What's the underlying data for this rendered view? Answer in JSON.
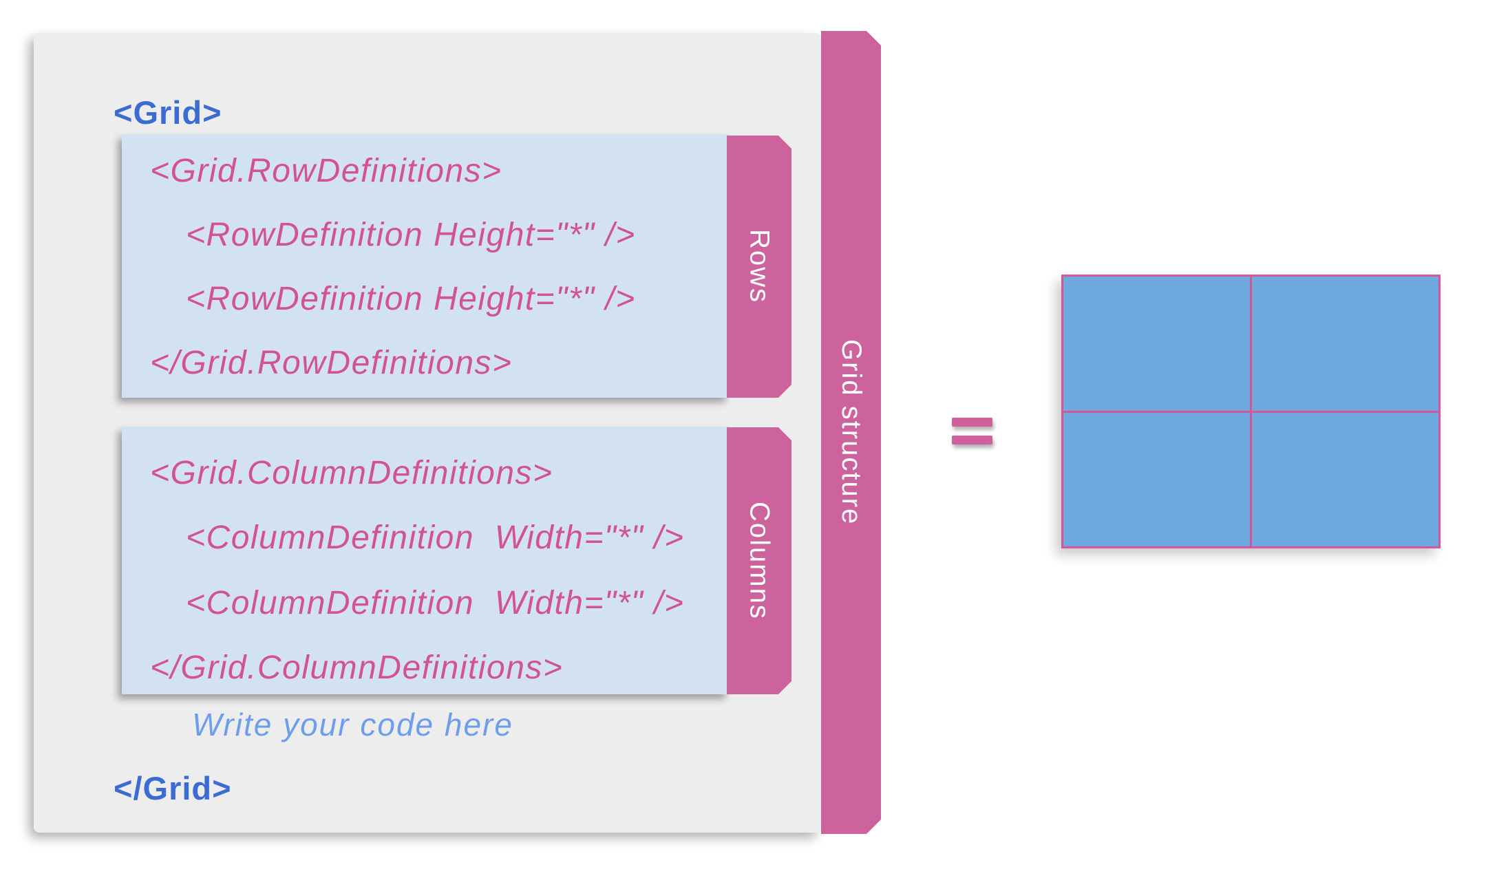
{
  "panel": {
    "grid_open_tag": "<Grid>",
    "grid_close_tag": "</Grid>",
    "write_here_hint": "Write your code here",
    "rows_block": {
      "tab_label": "Rows",
      "lines": [
        "<Grid.RowDefinitions>",
        "<RowDefinition Height=\"*\" />",
        "<RowDefinition Height=\"*\" />",
        "</Grid.RowDefinitions>"
      ]
    },
    "columns_block": {
      "tab_label": "Columns",
      "lines": [
        "<Grid.ColumnDefinitions>",
        "<ColumnDefinition  Width=\"*\" />",
        "<ColumnDefinition  Width=\"*\" />",
        "</Grid.ColumnDefinitions>"
      ]
    },
    "side_bar_label": "Grid structure"
  },
  "equals_symbol": "=",
  "result_grid": {
    "rows": 2,
    "columns": 2
  },
  "colors": {
    "panel_gray": "#ededee",
    "code_box_blue": "#d2e2f2",
    "code_text_pink": "#d1538f",
    "tab_pink": "#cd639c",
    "tag_text_blue": "#3b6cd3",
    "hint_blue": "#6d9eeb",
    "grid_cell_blue": "#6fa8dc",
    "grid_border_pink": "#d4569b",
    "tab_label_white": "#ffffff"
  }
}
